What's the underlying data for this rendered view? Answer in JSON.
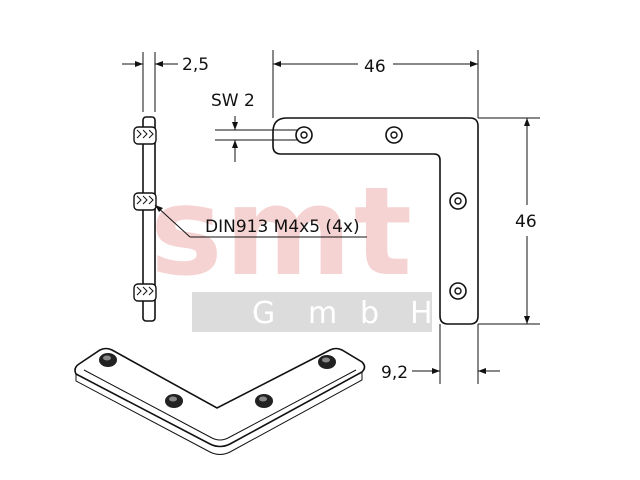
{
  "watermark": {
    "brand": "smt",
    "subtitle_letters": [
      "G",
      "m",
      "b",
      "H"
    ]
  },
  "dimensions": {
    "thickness": "2,5",
    "width": "46",
    "height": "46",
    "wrench_size": "SW 2",
    "edge_offset": "9,2"
  },
  "callout": {
    "part_spec": "DIN913 M4x5 (4x)"
  },
  "colors": {
    "watermark_red": "#f6d3d3",
    "watermark_gray": "#dcdcdc",
    "line": "#111111"
  }
}
